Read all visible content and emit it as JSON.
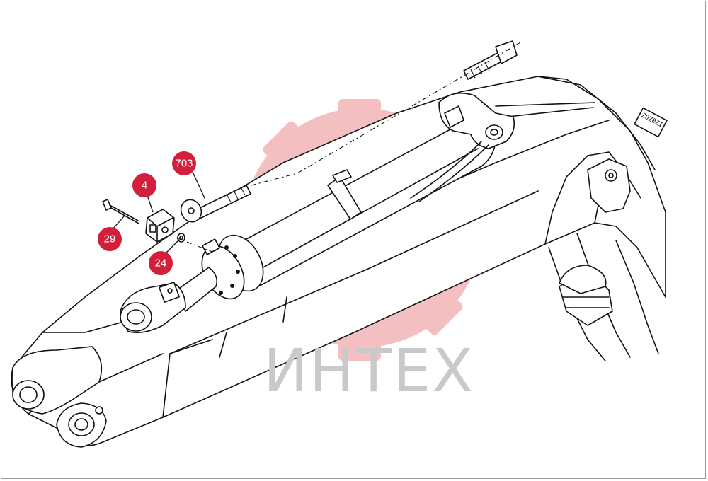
{
  "watermark": {
    "brand_text": "ИНТЕХ",
    "color": "#f3b4b6",
    "text_color": "#c9c9c9",
    "icon": "gear-logo"
  },
  "callouts": [
    {
      "id": "703",
      "label": "703"
    },
    {
      "id": "4",
      "label": "4"
    },
    {
      "id": "29",
      "label": "29"
    },
    {
      "id": "24",
      "label": "24"
    }
  ],
  "callout_color": "#d21f3c",
  "stamp_text": "Z0Z0ZI"
}
